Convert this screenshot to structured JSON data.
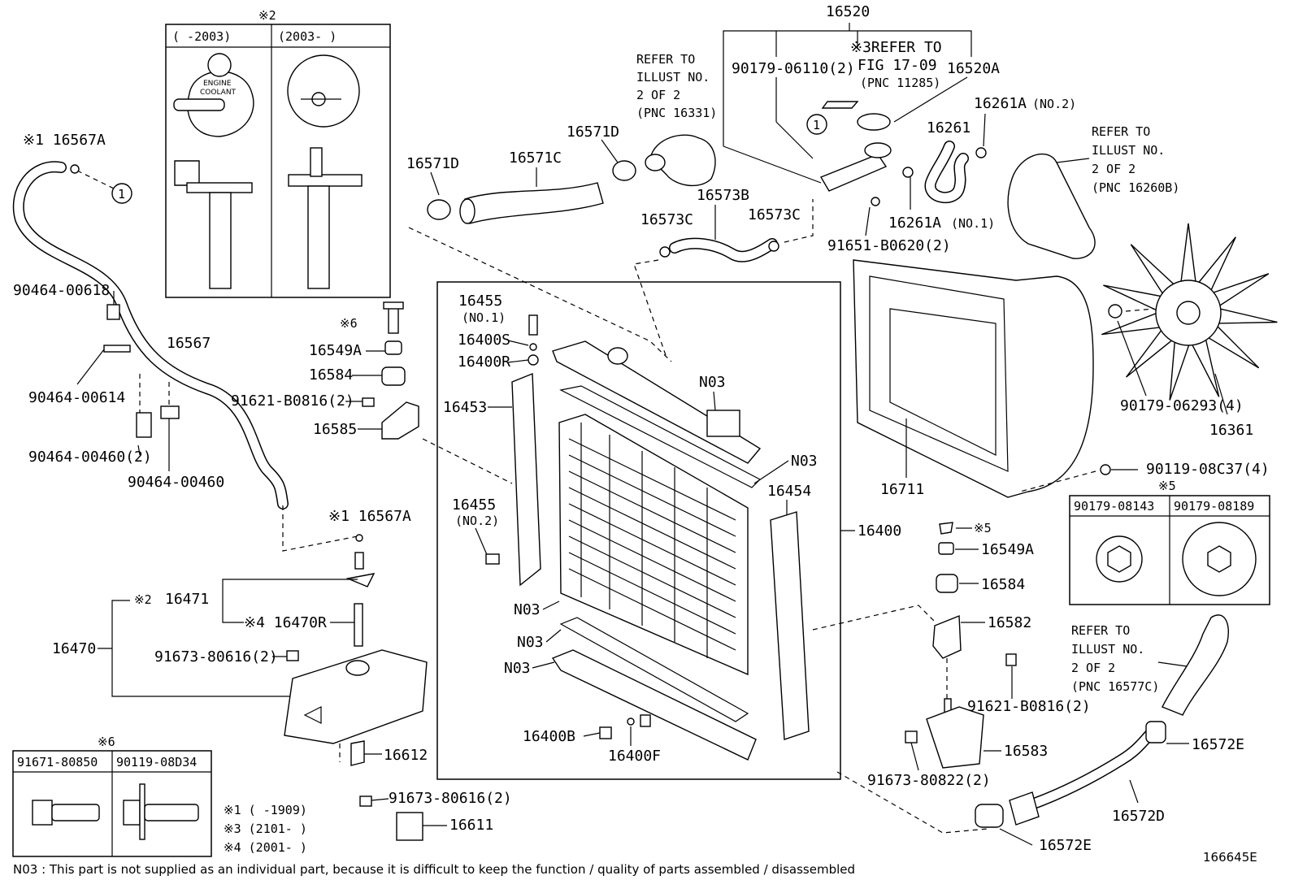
{
  "labels": {
    "p16520": "16520",
    "p16520A": "16520A",
    "refer_fig": "※3REFER TO",
    "refer_fig2": "FIG 17-09",
    "refer_fig3": "(PNC 11285)",
    "p90179_06110": "90179-06110(2)",
    "refer1_a": "REFER TO",
    "refer1_b": "ILLUST NO.",
    "refer1_c": "2 OF 2",
    "refer1_d": "(PNC 16331)",
    "p16571D_a": "16571D",
    "p16571D_b": "16571D",
    "p16571C": "16571C",
    "p16573B": "16573B",
    "p16573C_a": "16573C",
    "p16573C_b": "16573C",
    "p16261": "16261",
    "p16261A_no2": "16261A",
    "no2": "(NO.2)",
    "p16261A_no1": "16261A",
    "no1": "(NO.1)",
    "p91651": "91651-B0620(2)",
    "refer2_a": "REFER TO",
    "refer2_b": "ILLUST NO.",
    "refer2_c": "2 OF 2",
    "refer2_d": "(PNC 16260B)",
    "p16361": "16361",
    "p90179_06293": "90179-06293(4)",
    "p16711": "16711",
    "p90119_08C37": "90119-08C37(4)",
    "note5": "※5",
    "p90179_08143": "90179-08143",
    "p90179_08189": "90179-08189",
    "note2": "※2",
    "cap_old": "(      -2003)",
    "cap_new": "(2003-        )",
    "engine": "ENGINE",
    "coolant": "COOLANT",
    "p16567A_a": "※1 16567A",
    "p16567": "16567",
    "p90464_00618": "90464-00618",
    "p90464_00614": "90464-00614",
    "p90464_00460_2": "90464-00460(2)",
    "p90464_00460": "90464-00460",
    "note6": "※6",
    "p16549A_a": "16549A",
    "p16584_a": "16584",
    "p91621_B0816_a": "91621-B0816(2)",
    "p16585": "16585",
    "p16455_no1": "16455",
    "p16455_no1b": "(NO.1)",
    "p16400S": "16400S",
    "p16400R": "16400R",
    "p16453": "16453",
    "p16455_no2": "16455",
    "p16455_no2b": "(NO.2)",
    "n03_a": "N03",
    "n03_b": "N03",
    "n03_c": "N03",
    "n03_d": "N03",
    "n03_e": "N03",
    "p16454": "16454",
    "p16400": "16400",
    "p16400B": "16400B",
    "p16400F": "16400F",
    "p16567A_b": "※1 16567A",
    "p16471": "16471",
    "note2b": "※2",
    "p16470R": "※4 16470R",
    "p16470": "16470",
    "p91673_80616_a": "91673-80616(2)",
    "p16612": "16612",
    "p91673_80616_b": "91673-80616(2)",
    "p16611": "16611",
    "p91671_80850": "91671-80850",
    "p90119_08D34": "90119-08D34",
    "note6b": "※6",
    "fn1": "※1 (      -1909)",
    "fn3": "※3 (2101-      )",
    "fn4": "※4 (2001-      )",
    "p16549A_b": "16549A",
    "p16584_b": "16584",
    "note5b": "※5",
    "p16582": "16582",
    "p91621_B0816_b": "91621-B0816(2)",
    "p16583": "16583",
    "p91673_80822": "91673-80822(2)",
    "refer3_a": "REFER TO",
    "refer3_b": "ILLUST NO.",
    "refer3_c": "2 OF 2",
    "refer3_d": "(PNC 16577C)",
    "p16572E_a": "16572E",
    "p16572D": "16572D",
    "p16572E_b": "16572E",
    "circle1_a": "1",
    "circle1_b": "1"
  },
  "footer_note": "N03 : This part is not supplied as an individual part, because it is difficult to keep the function / quality of parts assembled / disassembled",
  "illustration_id": "166645E"
}
